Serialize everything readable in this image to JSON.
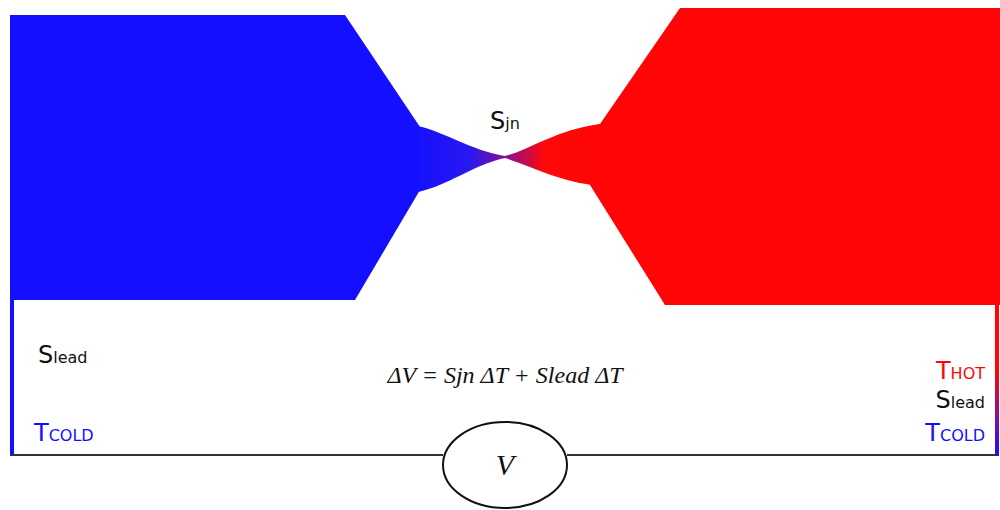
{
  "diagram": {
    "nodes": [
      {
        "text": [
          "V"
        ]
      }
    ],
    "labels": [
      "Sjn",
      "Slead",
      "TCOLD",
      "THOT",
      "Slead",
      "TCOLD",
      "ΔV = Sjn ΔT + Slead ΔT"
    ]
  }
}
